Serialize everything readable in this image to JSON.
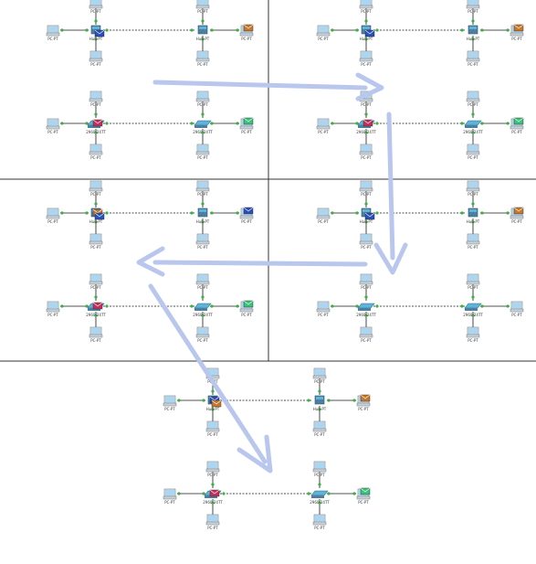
{
  "colors": {
    "arrow": "#b9c6ee",
    "cable": "#1a1a1a",
    "port": "#3cb043",
    "divider": "#333333",
    "pc_screen": "#a9d6f2",
    "switch": "#4d7fa0",
    "hub_top": "#5fb3d8",
    "pdu_blue": "#2b4fb8",
    "pdu_orange": "#c8782a",
    "pdu_red": "#c0305a",
    "pdu_green": "#39c37a"
  },
  "device_labels": {
    "pc": "PC-PT",
    "switch": "2960-24TT",
    "hub": "Hub-PT"
  },
  "panels": [
    {
      "id": "p1",
      "center_type": "hub",
      "top": {
        "left": "",
        "center": "blue",
        "right": "orange"
      },
      "bottom": {
        "left": "red",
        "center": "",
        "right": "green"
      }
    },
    {
      "id": "p2",
      "center_type": "hub",
      "top": {
        "left": "",
        "center": "blue",
        "right": "orange"
      },
      "bottom": {
        "left": "red",
        "center": "",
        "right": "green"
      }
    },
    {
      "id": "p3",
      "center_type": "hub",
      "top": {
        "left": "orange",
        "center": "blue",
        "right": "blue"
      },
      "bottom": {
        "left": "red",
        "center": "",
        "right": "green"
      }
    },
    {
      "id": "p4",
      "center_type": "hub",
      "top": {
        "left": "",
        "center": "blue",
        "right": "orange"
      },
      "bottom": {
        "left": "",
        "center": "",
        "right": ""
      }
    },
    {
      "id": "p5",
      "center_type": "hub",
      "top": {
        "left": "blue",
        "center": "orange",
        "right": "orange"
      },
      "bottom": {
        "left": "red",
        "center": "",
        "right": "green"
      }
    }
  ]
}
